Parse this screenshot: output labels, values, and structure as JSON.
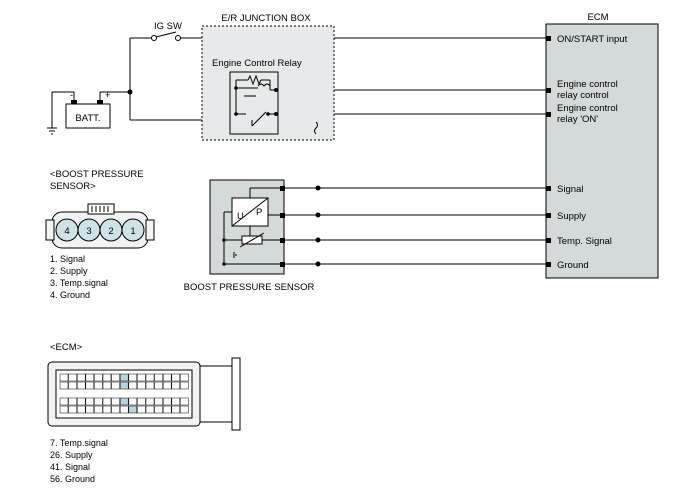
{
  "switch": {
    "label": "IG SW"
  },
  "junction_box": {
    "title": "E/R JUNCTION BOX",
    "relay_label": "Engine Control Relay"
  },
  "battery": {
    "label": "BATT.",
    "minus": "-",
    "plus": "+"
  },
  "ecm_block": {
    "title": "ECM",
    "pins": [
      {
        "line1": "ON/START input",
        "line2": ""
      },
      {
        "line1": "Engine control",
        "line2": "relay control"
      },
      {
        "line1": "Engine control",
        "line2": "relay 'ON'"
      },
      {
        "line1": "Signal",
        "line2": ""
      },
      {
        "line1": "Supply",
        "line2": ""
      },
      {
        "line1": "Temp. Signal",
        "line2": ""
      },
      {
        "line1": "Ground",
        "line2": ""
      }
    ]
  },
  "sensor_block": {
    "label": "BOOST PRESSURE SENSOR",
    "u": "U",
    "p": "P"
  },
  "sensor_connector": {
    "title_line1": "<BOOST PRESSURE",
    "title_line2": "SENSOR>",
    "pin_numbers": [
      "4",
      "3",
      "2",
      "1"
    ],
    "legend": [
      "1. Signal",
      "2. Supply",
      "3. Temp.signal",
      "4. Ground"
    ]
  },
  "ecm_connector": {
    "title": "<ECM>",
    "legend": [
      "7. Temp.signal",
      "26. Supply",
      "41. Signal",
      "56. Ground"
    ]
  }
}
